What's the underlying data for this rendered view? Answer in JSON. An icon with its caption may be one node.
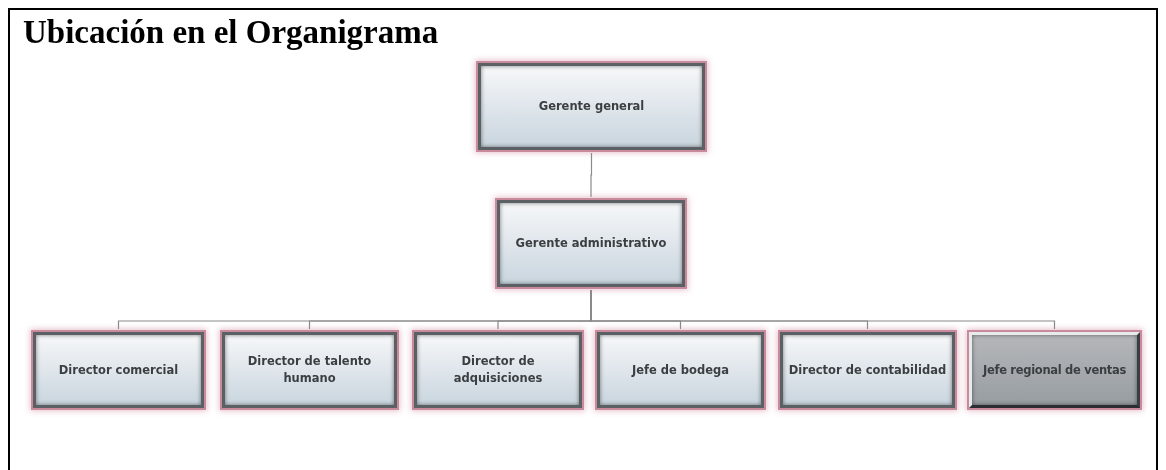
{
  "diagram": {
    "title": "Ubicación en el Organigrama",
    "nodes": [
      {
        "text": [
          "Gerente general"
        ]
      },
      {
        "text": [
          "Gerente administrativo"
        ]
      },
      {
        "text": [
          "Director comercial"
        ]
      },
      {
        "text": [
          "Director de talento humano"
        ]
      },
      {
        "text": [
          "Director de adquisiciones"
        ]
      },
      {
        "text": [
          "Jefe de bodega"
        ]
      },
      {
        "text": [
          "Director de contabilidad"
        ]
      },
      {
        "text": [
          "Jefe regional de ventas"
        ]
      }
    ],
    "edges": [
      {
        "from": 0,
        "to": 1,
        "arrow": "none"
      },
      {
        "from": 1,
        "to": 2,
        "arrow": "none"
      },
      {
        "from": 1,
        "to": 3,
        "arrow": "none"
      },
      {
        "from": 1,
        "to": 4,
        "arrow": "none"
      },
      {
        "from": 1,
        "to": 5,
        "arrow": "none"
      },
      {
        "from": 1,
        "to": 6,
        "arrow": "none"
      },
      {
        "from": 1,
        "to": 7,
        "arrow": "none"
      }
    ]
  }
}
